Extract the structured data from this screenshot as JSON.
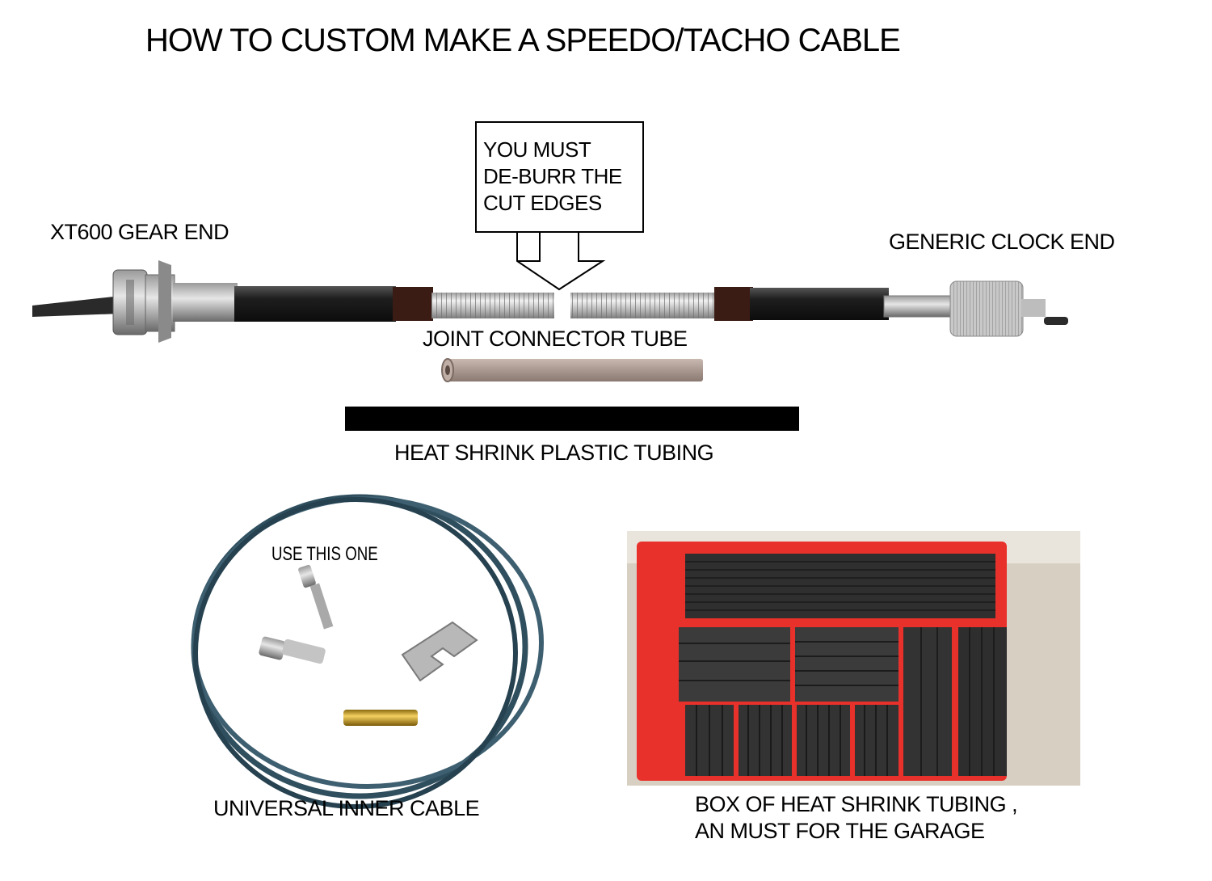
{
  "title": "HOW TO CUSTOM MAKE A SPEEDO/TACHO CABLE",
  "callout": {
    "line1": "YOU MUST",
    "line2": "DE-BURR THE",
    "line3": "CUT EDGES"
  },
  "labels": {
    "gear_end": "XT600 GEAR END",
    "clock_end": "GENERIC CLOCK END",
    "joint_tube": "JOINT CONNECTOR TUBE",
    "heat_shrink": "HEAT SHRINK PLASTIC TUBING",
    "universal_cable": "UNIVERSAL INNER CABLE",
    "use_this": "USE THIS ONE",
    "box_line1": "BOX OF HEAT SHRINK TUBING ,",
    "box_line2": "AN MUST FOR THE GARAGE"
  },
  "colors": {
    "cable_sheath": "#1c1c1c",
    "steel": "#b9b9b9",
    "inner_cable": "#2f4f5e",
    "tray": "#e8312a",
    "tubing": "#3a3a3a"
  }
}
